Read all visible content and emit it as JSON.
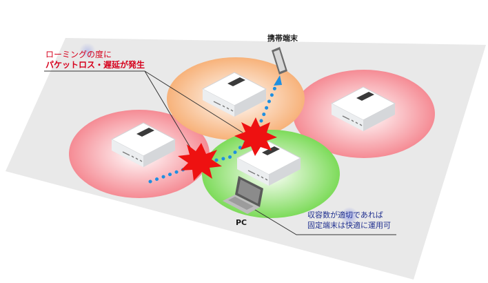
{
  "labels": {
    "roaming_line1": "ローミングの度に",
    "roaming_line2": "パケットロス・遅延が発生",
    "mobile": "携帯端末",
    "pc": "PC",
    "fixed_line1": "収容数が適切であれば",
    "fixed_line2": "固定端末は快適に運用可"
  },
  "colors": {
    "warning_text": "#d6001c",
    "text": "#1a1a1a",
    "cell_red": "#f58b94",
    "cell_orange": "#f7b27a",
    "cell_green": "#7ddb5a",
    "burst": "#ee1111",
    "path_dots": "#1f8fe0",
    "floor": "#e9e9e9"
  },
  "icons": {
    "access_point": "access-point-icon",
    "smartphone": "smartphone-icon",
    "laptop": "laptop-icon",
    "interference": "burst-icon"
  }
}
